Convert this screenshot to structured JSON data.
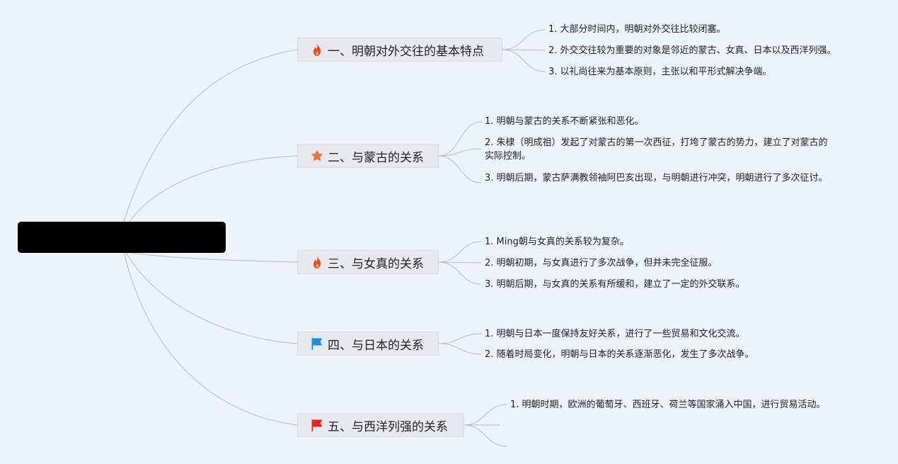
{
  "root": {
    "label": ""
  },
  "topics": [
    {
      "icon": "fire-icon",
      "label": "一、明朝对外交往的基本特点",
      "items": [
        "1. 大部分时间内，明朝对外交往比较闭塞。",
        "2. 外交交往较为重要的对象是邻近的蒙古、女真、日本以及西洋列强。",
        "3. 以礼尚往来为基本原则，主张以和平形式解决争端。"
      ]
    },
    {
      "icon": "star-icon",
      "label": "二、与蒙古的关系",
      "items": [
        "1. 明朝与蒙古的关系不断紧张和恶化。",
        "2. 朱棣（明成祖）发起了对蒙古的第一次西征，打垮了蒙古的势力，建立了对蒙古的实际控制。",
        "3. 明朝后期，蒙古萨满教领袖阿巴亥出现，与明朝进行冲突，明朝进行了多次征讨。"
      ]
    },
    {
      "icon": "fire-icon",
      "label": "三、与女真的关系",
      "items": [
        "1. Ming朝与女真的关系较为复杂。",
        "2. 明朝初期，与女真进行了多次战争，但并未完全征服。",
        "3. 明朝后期，与女真的关系有所缓和，建立了一定的外交联系。"
      ]
    },
    {
      "icon": "blue-flag-icon",
      "label": "四、与日本的关系",
      "items": [
        "1. 明朝与日本一度保持友好关系，进行了一些贸易和文化交流。",
        "2. 随着时局变化，明朝与日本的关系逐渐恶化，发生了多次战争。"
      ]
    },
    {
      "icon": "red-flag-icon",
      "label": "五、与西洋列强的关系",
      "items": [
        "1. 明朝时期，欧洲的葡萄牙、西班牙、荷兰等国家涌入中国，进行贸易活动。",
        "",
        ""
      ]
    }
  ],
  "colors": {
    "background": "#eef3fa",
    "edge": "#b9bbc0",
    "topic_fill": "#e8e9ec",
    "fire": "#f0421c",
    "star": "#e8703a",
    "blue_flag": "#1e8fe0",
    "red_flag": "#e8201c"
  }
}
